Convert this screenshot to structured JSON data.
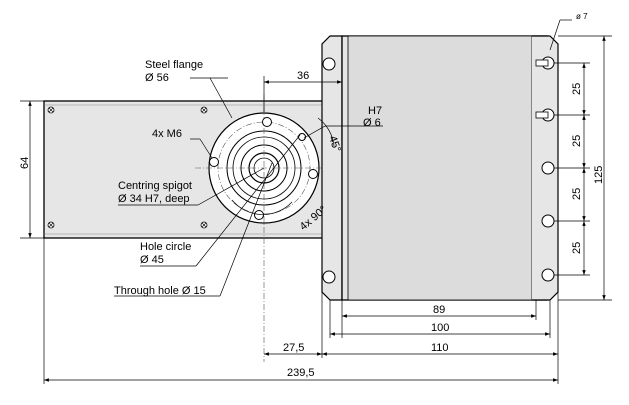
{
  "labels": {
    "steel_flange": "Steel flange",
    "steel_flange_dia": "Ø 56",
    "four_m6": "4x M6",
    "centring_spigot": "Centring spigot",
    "centring_spigot_dia": "Ø 34 H7, deep",
    "hole_circle": "Hole circle",
    "hole_circle_dia": "Ø 45",
    "through_hole": "Through hole Ø 15",
    "h7": "H7",
    "dia6": "Ø 6",
    "angle45": "45°",
    "angle4x90": "4x 90°",
    "dia7": "ø 7"
  },
  "dimensions": {
    "d36": "36",
    "d64": "64",
    "d25_1": "25",
    "d25_2": "25",
    "d25_3": "25",
    "d25_4": "25",
    "d125": "125",
    "d89": "89",
    "d100": "100",
    "d110": "110",
    "d27_5": "27,5",
    "d239_5": "239,5"
  }
}
